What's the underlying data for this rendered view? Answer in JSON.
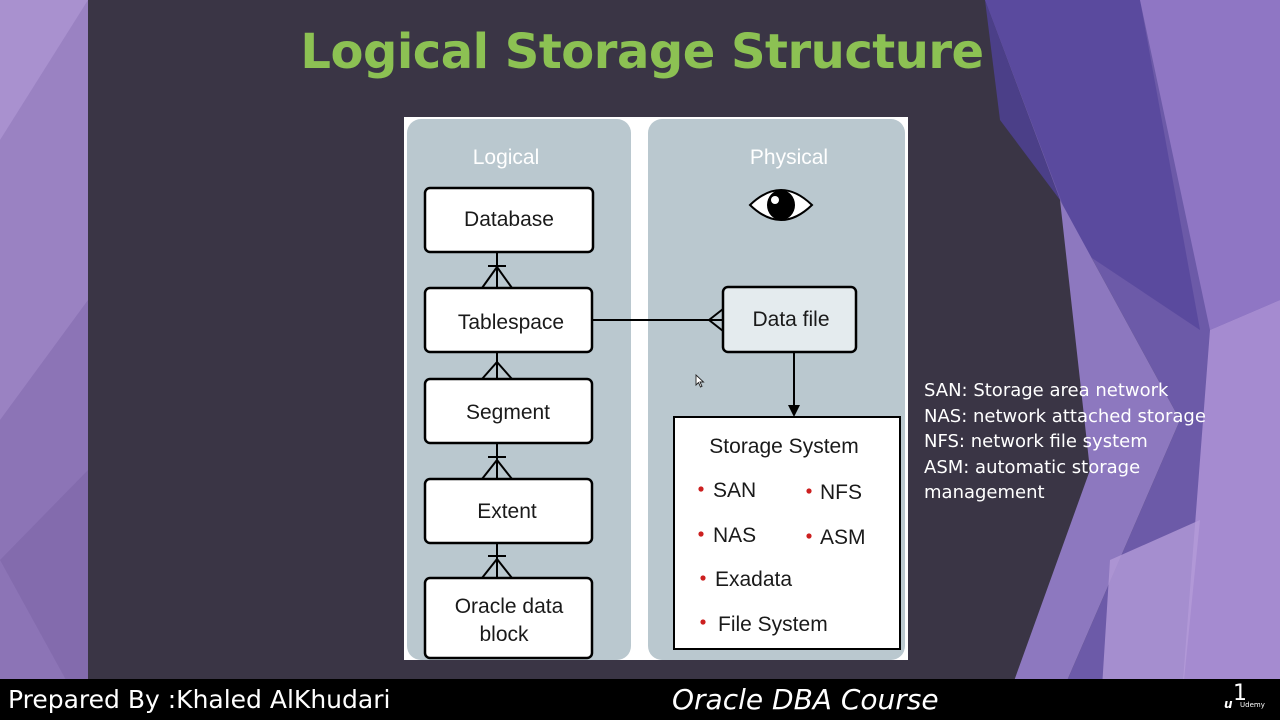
{
  "slide": {
    "title": "Logical Storage Structure",
    "page_number": "1"
  },
  "diagram": {
    "logical_header": "Logical",
    "physical_header": "Physical",
    "logical_boxes": [
      "Database",
      "Tablespace",
      "Segment",
      "Extent"
    ],
    "block_lines": [
      "Oracle data",
      "block"
    ],
    "data_file": "Data file",
    "storage_title": "Storage System",
    "storage_items": [
      "SAN",
      "NFS",
      "NAS",
      "ASM",
      "Exadata",
      "File System"
    ]
  },
  "abbreviations": [
    "SAN: Storage area network",
    "NAS: network attached storage",
    "NFS: network file system",
    "ASM: automatic storage management"
  ],
  "footer": {
    "prepared_by": "Prepared By :Khaled AlKhudari",
    "course": "Oracle DBA Course",
    "brand": "Udemy"
  },
  "colors": {
    "background": "#3a3545",
    "title": "#8cc153",
    "panel": "#bac8cf",
    "accent_purple": "#8a6fb5",
    "bullet_red": "#cc1f1f"
  }
}
